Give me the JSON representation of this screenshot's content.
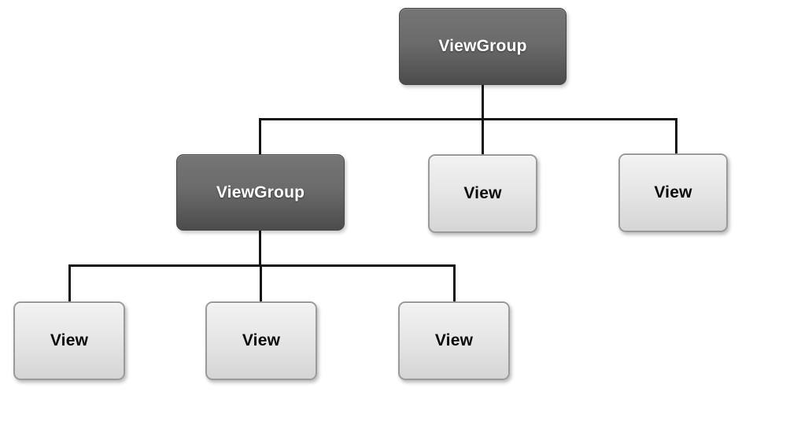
{
  "diagram": {
    "type": "tree",
    "description": "View hierarchy tree: a root ViewGroup containing a ViewGroup and two Views; the nested ViewGroup contains three Views",
    "nodes": {
      "root": {
        "label": "ViewGroup",
        "kind": "viewgroup"
      },
      "child_viewgroup": {
        "label": "ViewGroup",
        "kind": "viewgroup"
      },
      "child_view_middle": {
        "label": "View",
        "kind": "view"
      },
      "child_view_right": {
        "label": "View",
        "kind": "view"
      },
      "leaf_view_1": {
        "label": "View",
        "kind": "view"
      },
      "leaf_view_2": {
        "label": "View",
        "kind": "view"
      },
      "leaf_view_3": {
        "label": "View",
        "kind": "view"
      }
    },
    "edges": [
      {
        "from": "root",
        "to": "child_viewgroup"
      },
      {
        "from": "root",
        "to": "child_view_middle"
      },
      {
        "from": "root",
        "to": "child_view_right"
      },
      {
        "from": "child_viewgroup",
        "to": "leaf_view_1"
      },
      {
        "from": "child_viewgroup",
        "to": "leaf_view_2"
      },
      {
        "from": "child_viewgroup",
        "to": "leaf_view_3"
      }
    ],
    "colors": {
      "viewgroup_gradient_top": "#757575",
      "viewgroup_gradient_bottom": "#4c4c4c",
      "viewgroup_text": "#ffffff",
      "view_gradient_top": "#f2f2f2",
      "view_gradient_bottom": "#d5d5d5",
      "view_border": "#9a9a9a",
      "view_text": "#0a0a0a",
      "connector": "#141414",
      "background": "#ffffff"
    }
  }
}
